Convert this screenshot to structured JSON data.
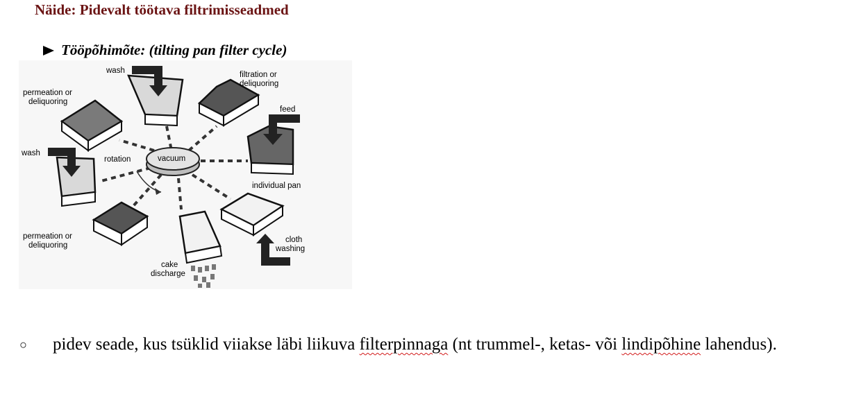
{
  "heading": "Näide: Pidevalt töötava filtrimisseadmed",
  "subheading": "Tööpõhimõte: (tilting pan filter cycle)",
  "figure": {
    "labels": {
      "wash_top": "wash",
      "filtration_1": "filtration or",
      "filtration_2": "deliquoring",
      "perm_top_1": "permeation or",
      "perm_top_2": "deliquoring",
      "feed": "feed",
      "wash_left": "wash",
      "rotation": "rotation",
      "vacuum": "vacuum",
      "individual_pan": "individual pan",
      "perm_bot_1": "permeation or",
      "perm_bot_2": "deliquoring",
      "cloth_1": "cloth",
      "cloth_2": "washing",
      "cake_1": "cake",
      "cake_2": "discharge"
    }
  },
  "bullet": {
    "marker": "○",
    "part1": "pidev seade, kus tsüklid viiakse läbi liikuva ",
    "spell1": "filterpinnaga",
    "part2": " (nt trummel-, ketas- või ",
    "spell2": "lindipõhine",
    "part3": " lahendus)."
  }
}
